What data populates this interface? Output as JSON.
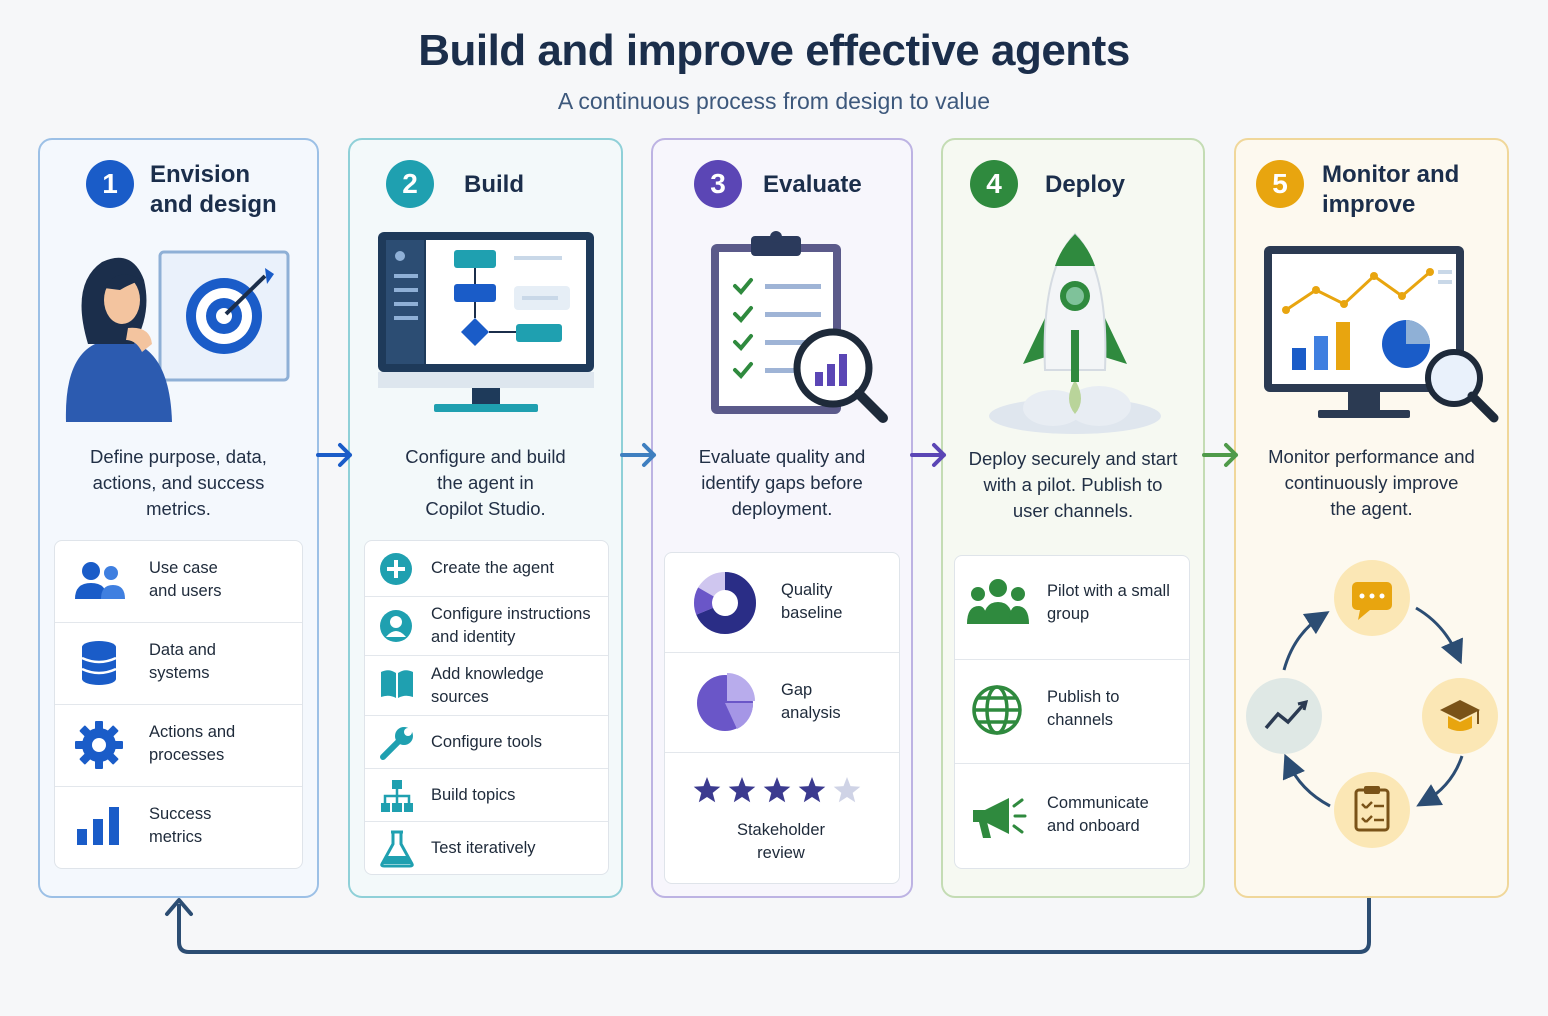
{
  "header": {
    "title": "Build and improve effective agents",
    "subtitle": "A continuous process from design to value"
  },
  "colors": {
    "stage1": "#1a5cc8",
    "stage2": "#1fa0b0",
    "stage3": "#5b46b5",
    "stage4": "#2f8a3e",
    "stage5": "#e8a50f"
  },
  "stages": [
    {
      "number": "1",
      "title": "Envision\nand design",
      "description": "Define purpose, data,\nactions, and success\nmetrics.",
      "items": [
        {
          "icon": "users-icon",
          "label": "Use case\nand users"
        },
        {
          "icon": "database-icon",
          "label": "Data and\nsystems"
        },
        {
          "icon": "gear-icon",
          "label": "Actions and\nprocesses"
        },
        {
          "icon": "bar-chart-icon",
          "label": "Success\nmetrics"
        }
      ]
    },
    {
      "number": "2",
      "title": "Build",
      "description": "Configure and build\nthe agent in\nCopilot Studio.",
      "items": [
        {
          "icon": "plus-circle-icon",
          "label": "Create the agent"
        },
        {
          "icon": "person-circle-icon",
          "label": "Configure instructions\nand identity"
        },
        {
          "icon": "book-icon",
          "label": "Add knowledge\nsources"
        },
        {
          "icon": "wrench-icon",
          "label": "Configure tools"
        },
        {
          "icon": "hierarchy-icon",
          "label": "Build topics"
        },
        {
          "icon": "flask-icon",
          "label": "Test iteratively"
        }
      ]
    },
    {
      "number": "3",
      "title": "Evaluate",
      "description": "Evaluate quality and\nidentify gaps before\ndeployment.",
      "items": [
        {
          "icon": "donut-chart-icon",
          "label": "Quality\nbaseline"
        },
        {
          "icon": "pie-chart-icon",
          "label": "Gap\nanalysis"
        },
        {
          "icon": "star-rating-icon",
          "label": "Stakeholder\nreview"
        }
      ]
    },
    {
      "number": "4",
      "title": "Deploy",
      "description": "Deploy securely and start\nwith a pilot. Publish to\nuser channels.",
      "items": [
        {
          "icon": "group-icon",
          "label": "Pilot with a small\ngroup"
        },
        {
          "icon": "globe-icon",
          "label": "Publish to\nchannels"
        },
        {
          "icon": "megaphone-icon",
          "label": "Communicate\nand onboard"
        }
      ]
    },
    {
      "number": "5",
      "title": "Monitor and\nimprove",
      "description": "Monitor performance and\ncontinuously improve\nthe agent."
    }
  ],
  "stakeholder_rating": {
    "filled": 4,
    "total": 5
  }
}
